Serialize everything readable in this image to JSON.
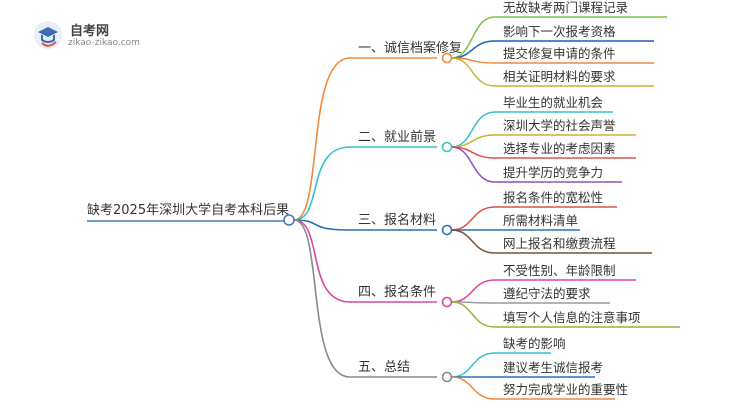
{
  "logo": {
    "title": "自考网",
    "url": "zikao-zikao.com"
  },
  "root": {
    "label": "缺考2025年深圳大学自考本科后果"
  },
  "branches": [
    {
      "label": "一、诚信档案修复",
      "color": "#f08a3c",
      "leaves": [
        {
          "label": "无故缺考两门课程记录",
          "color": "#7cc242"
        },
        {
          "label": "影响下一次报考资格",
          "color": "#1f5fb4"
        },
        {
          "label": "提交修复申请的条件",
          "color": "#f08a3c"
        },
        {
          "label": "相关证明材料的要求",
          "color": "#c9b23c"
        }
      ]
    },
    {
      "label": "二、就业前景",
      "color": "#34c3c9",
      "leaves": [
        {
          "label": "毕业生的就业机会",
          "color": "#34c3c9"
        },
        {
          "label": "深圳大学的社会声誉",
          "color": "#c9b23c"
        },
        {
          "label": "选择专业的考虑因素",
          "color": "#e0504a"
        },
        {
          "label": "提升学历的竞争力",
          "color": "#8b54c2"
        }
      ]
    },
    {
      "label": "三、报名材料",
      "color": "#2e6fb8",
      "leaves": [
        {
          "label": "报名条件的宽松性",
          "color": "#e0504a"
        },
        {
          "label": "所需材料清单",
          "color": "#2e6fb8"
        },
        {
          "label": "网上报名和缴费流程",
          "color": "#7a5230"
        }
      ]
    },
    {
      "label": "四、报名条件",
      "color": "#d9479f",
      "leaves": [
        {
          "label": "不受性别、年龄限制",
          "color": "#d9479f"
        },
        {
          "label": "遵纪守法的要求",
          "color": "#9a9a9a"
        },
        {
          "label": "填写个人信息的注意事项",
          "color": "#9ab03c"
        }
      ]
    },
    {
      "label": "五、总结",
      "color": "#8a8a8a",
      "leaves": [
        {
          "label": "缺考的影响",
          "color": "#34c3c9"
        },
        {
          "label": "建议考生诚信报考",
          "color": "#2e6fb8"
        },
        {
          "label": "努力完成学业的重要性",
          "color": "#f08a3c"
        }
      ]
    }
  ]
}
